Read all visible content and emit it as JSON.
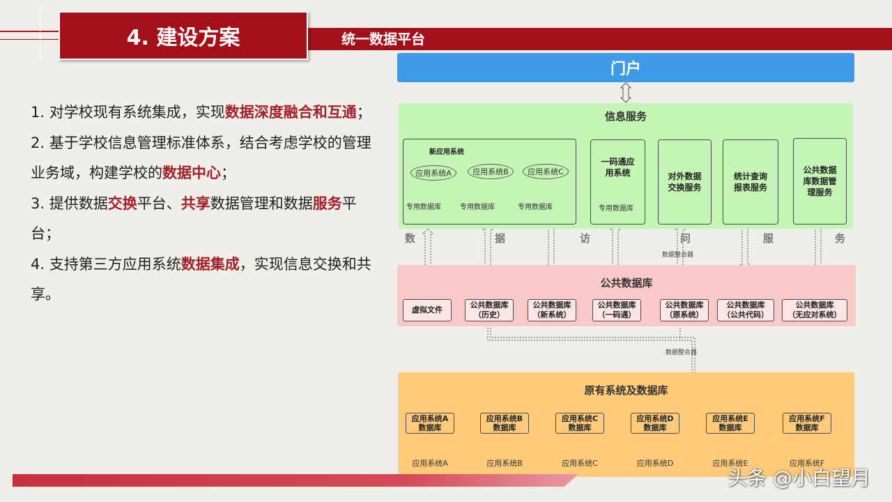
{
  "header": {
    "title": "4. 建设方案",
    "subtitle": "统一数据平台"
  },
  "points": [
    [
      {
        "t": "1. 对学校现有系统集成，实现",
        "h": false
      },
      {
        "t": "数据深度融合和互通",
        "h": true
      },
      {
        "t": "；",
        "h": false
      }
    ],
    [
      {
        "t": "2. 基于学校信息管理标准体系，结合考虑学校的管理业务域，构建学校的",
        "h": false
      },
      {
        "t": "数据中心",
        "h": true
      },
      {
        "t": "；",
        "h": false
      }
    ],
    [
      {
        "t": "3. 提供数据",
        "h": false
      },
      {
        "t": "交换",
        "h": true
      },
      {
        "t": "平台、",
        "h": false
      },
      {
        "t": "共享",
        "h": true
      },
      {
        "t": "数据管理和数据",
        "h": false
      },
      {
        "t": "服务",
        "h": true
      },
      {
        "t": "平台；",
        "h": false
      }
    ],
    [
      {
        "t": "4. 支持第三方应用系统",
        "h": false
      },
      {
        "t": "数据集成",
        "h": true
      },
      {
        "t": "，实现信息交换和共享。",
        "h": false
      }
    ]
  ],
  "diagram": {
    "portal": "门户",
    "info_service": {
      "title": "信息服务",
      "new_app": {
        "title": "新应用系统",
        "apps": [
          "应用系统A",
          "应用系统B",
          "应用系统C"
        ],
        "db_label": "专用数据库"
      },
      "yimatong": {
        "line1": "一码通应",
        "line2": "用系统",
        "db_label": "专用数据库"
      },
      "exchange": {
        "line1": "对外数据",
        "line2": "交换服务"
      },
      "stats": {
        "line1": "统计查询",
        "line2": "报表服务"
      },
      "public_mgmt": {
        "line1": "公共数据",
        "line2": "库数据管",
        "line3": "理服务"
      }
    },
    "data_access": [
      "数",
      "据",
      "访",
      "问",
      "服",
      "务"
    ],
    "merger_label": "数据整合器",
    "public_db": {
      "title": "公共数据库",
      "virtual_file": "虚拟文件",
      "boxes": [
        {
          "name": "公共数据库",
          "sub": "（历史）"
        },
        {
          "name": "公共数据库",
          "sub": "（新系统）"
        },
        {
          "name": "公共数据库",
          "sub": "（一码通）"
        },
        {
          "name": "公共数据库",
          "sub": "（原系统）"
        },
        {
          "name": "公共数据库",
          "sub": "（公共代码）"
        },
        {
          "name": "公共数据库",
          "sub": "（无应对系统）"
        }
      ]
    },
    "merger_label_2": "数据整合器",
    "original": {
      "title": "原有系统及数据库",
      "systems": [
        {
          "db_line1": "应用系统A",
          "db_line2": "数据库",
          "app": "应用系统A"
        },
        {
          "db_line1": "应用系统B",
          "db_line2": "数据库",
          "app": "应用系统B"
        },
        {
          "db_line1": "应用系统C",
          "db_line2": "数据库",
          "app": "应用系统C"
        },
        {
          "db_line1": "应用系统D",
          "db_line2": "数据库",
          "app": "应用系统D"
        },
        {
          "db_line1": "应用系统E",
          "db_line2": "数据库",
          "app": "应用系统E"
        },
        {
          "db_line1": "应用系统F",
          "db_line2": "数据库",
          "app": "应用系统F"
        }
      ]
    }
  },
  "watermark": "头条 @小白望月"
}
